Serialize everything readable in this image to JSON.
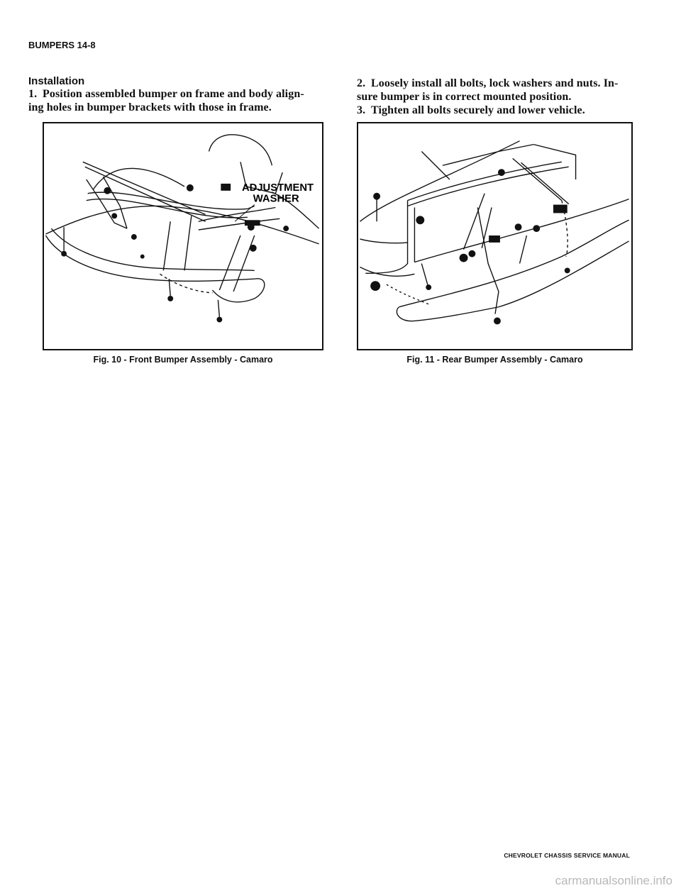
{
  "header": {
    "section": "BUMPERS 14-8"
  },
  "installation": {
    "heading": "Installation",
    "steps": [
      {
        "number": "1.",
        "lines": [
          "Position assembled bumper on frame and body align-",
          "ing holes in bumper brackets with those in frame."
        ]
      },
      {
        "number": "2.",
        "lines": [
          "Loosely install all bolts, lock washers and nuts. In-",
          "sure bumper is in correct mounted position."
        ]
      },
      {
        "number": "3.",
        "lines": [
          "Tighten all bolts securely and lower vehicle."
        ]
      }
    ]
  },
  "figures": [
    {
      "caption": "Fig. 10 - Front Bumper Assembly - Camaro",
      "callout_line1": "ADJUSTMENT",
      "callout_line2": "WASHER"
    },
    {
      "caption": "Fig. 11 - Rear Bumper Assembly - Camaro"
    }
  ],
  "footer": {
    "brand": "CHEVROLET CHASSIS SERVICE MANUAL",
    "watermark": "carmanualsonline.info"
  }
}
